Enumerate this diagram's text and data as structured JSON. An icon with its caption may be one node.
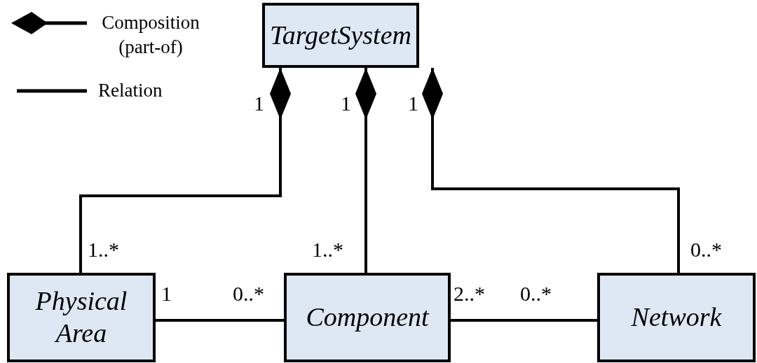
{
  "diagram": {
    "nodes": [
      {
        "text": [
          "TargetSystem"
        ]
      },
      {
        "text": [
          "Physical Area"
        ]
      },
      {
        "text": [
          "Component"
        ]
      },
      {
        "text": [
          "Network"
        ]
      }
    ],
    "edges": [
      {
        "from": 1,
        "to": 0,
        "arrow": "other"
      },
      {
        "from": 2,
        "to": 0,
        "arrow": "other"
      },
      {
        "from": 3,
        "to": 0,
        "arrow": "other"
      },
      {
        "from": 1,
        "to": 2,
        "arrow": "none"
      },
      {
        "from": 2,
        "to": 3,
        "arrow": "none"
      }
    ],
    "labels": [
      "1",
      "1",
      "1",
      "1..*",
      "1..*",
      "0..*",
      "1",
      "0..*",
      "2..*",
      "0..*"
    ],
    "legend": [
      {
        "text": "Composition (part-of)"
      },
      {
        "text": "Relation"
      }
    ]
  }
}
